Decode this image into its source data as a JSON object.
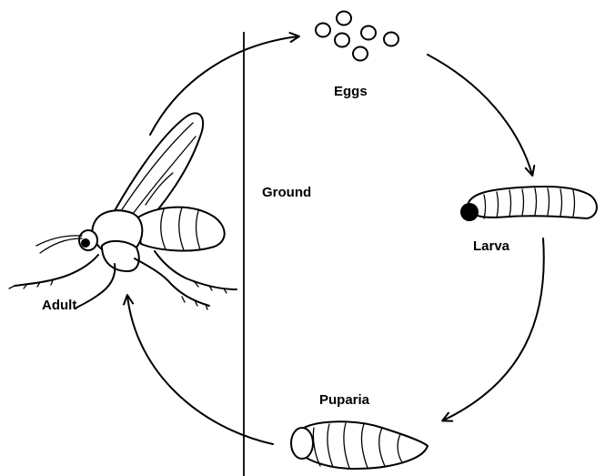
{
  "diagram": {
    "labels": {
      "eggs": "Eggs",
      "larva": "Larva",
      "puparia": "Puparia",
      "adult": "Adult",
      "ground": "Ground"
    },
    "ink_color": "#000000",
    "background_color": "#ffffff"
  }
}
